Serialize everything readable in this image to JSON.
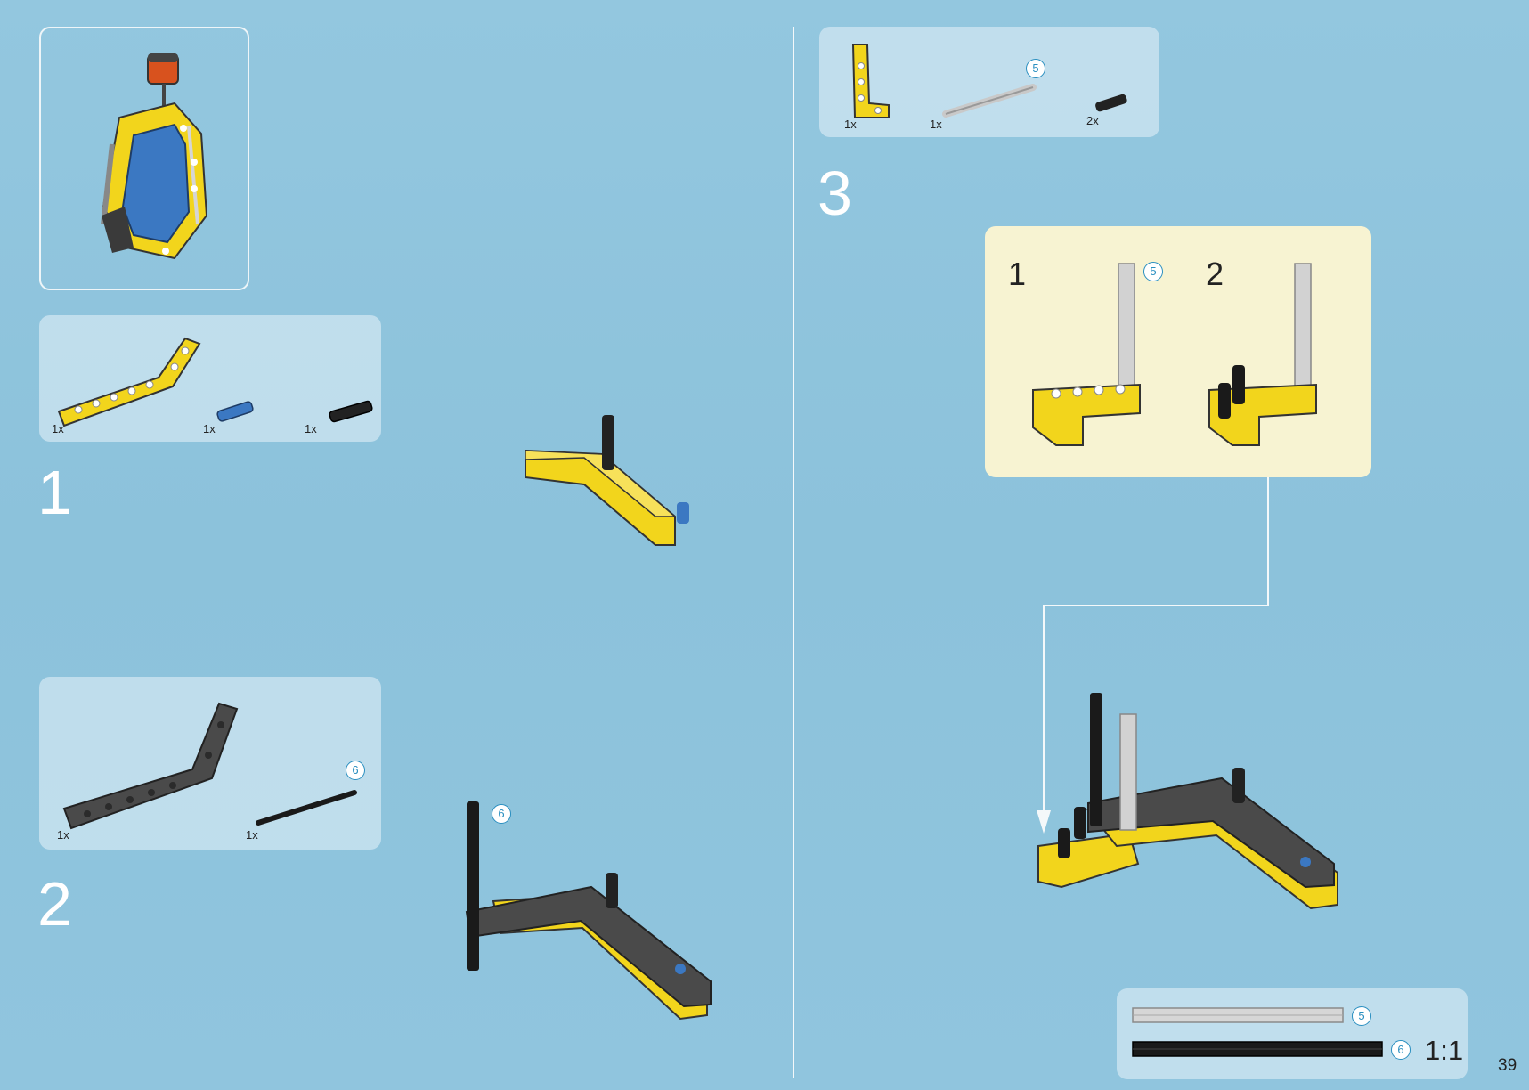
{
  "page": {
    "number": "39"
  },
  "steps": [
    {
      "number": "1",
      "parts": [
        {
          "name": "yellow bent beam",
          "qty": "1x"
        },
        {
          "name": "blue axle pin",
          "qty": "1x"
        },
        {
          "name": "black friction pin",
          "qty": "1x"
        }
      ]
    },
    {
      "number": "2",
      "parts": [
        {
          "name": "dark grey bent beam",
          "qty": "1x"
        },
        {
          "name": "black axle",
          "qty": "1x",
          "callout": "6"
        }
      ],
      "assembly_callout": "6"
    },
    {
      "number": "3",
      "parts": [
        {
          "name": "yellow L beam",
          "qty": "1x"
        },
        {
          "name": "grey axle",
          "qty": "1x",
          "callout": "5"
        },
        {
          "name": "black friction pin",
          "qty": "2x"
        }
      ],
      "substeps": [
        {
          "number": "1",
          "callout": "5"
        },
        {
          "number": "2"
        }
      ]
    }
  ],
  "scale_ruler": {
    "callouts": [
      "5",
      "6"
    ],
    "label": "1:1"
  },
  "colors": {
    "background": "#8fc4dc",
    "yellow": "#f2d51c",
    "dark_grey": "#4a4a4a",
    "callout_blue": "#2a8fc0"
  }
}
